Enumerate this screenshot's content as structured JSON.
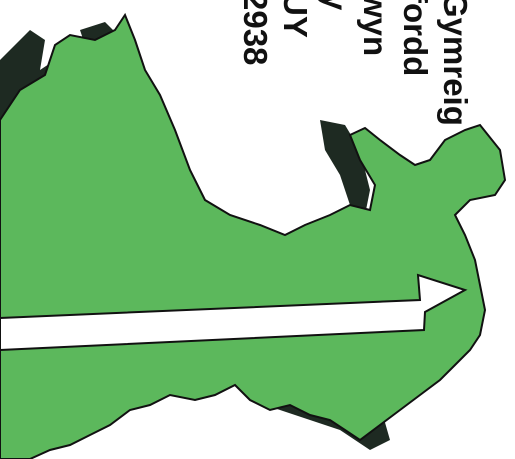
{
  "text_lines": [
    "Gymreig",
    "fordd",
    "wyn",
    "y",
    "UY",
    "2938"
  ],
  "colors": {
    "land": "#5cb85c",
    "shadow": "#1e2a22",
    "arrow": "#ffffff",
    "outline": "#111111",
    "background": "#ffffff"
  }
}
